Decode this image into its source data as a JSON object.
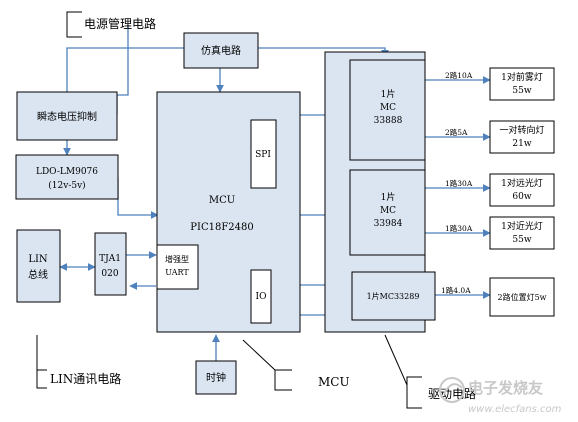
{
  "labels": {
    "power_circuit": "电源管理电路",
    "sim_circuit": "仿真电路",
    "transient": "瞬态电压抑制",
    "ldo_line1": "LDO-LM9076",
    "ldo_line2": "(12v-5v)",
    "lin_bus_line1": "LIN",
    "lin_bus_line2": "总线",
    "tja_line1": "TJA1",
    "tja_line2": "020",
    "uart_line1": "增强型",
    "uart_line2": "UART",
    "mcu_title": "MCU",
    "mcu_part": "PIC18F2480",
    "spi": "SPI",
    "io": "IO",
    "clock": "时钟",
    "mcu_caption": "MCU",
    "lin_comm": "LIN通讯电路",
    "drive_circuit": "驱动电路"
  },
  "drivers": [
    {
      "line1": "1片",
      "line2": "MC",
      "line3": "33888"
    },
    {
      "line1": "1片",
      "line2": "MC",
      "line3": "33984"
    },
    {
      "line1": "1片MC33289"
    }
  ],
  "channels": [
    "2路10A",
    "2路5A",
    "1路30A",
    "1路30A",
    "1路4.0A"
  ],
  "loads": [
    {
      "line1": "1对前雾灯",
      "line2": "55w"
    },
    {
      "line1": "一对转向灯",
      "line2": "21w"
    },
    {
      "line1": "1对远光灯",
      "line2": "60w"
    },
    {
      "line1": "1对近光灯",
      "line2": "55w"
    },
    {
      "line1": "2路位置灯5w"
    }
  ],
  "watermark": {
    "title": "电子发烧友",
    "url": "www.elecfans.com"
  },
  "colors": {
    "block_fill": "#dbe5f1",
    "wire": "#4f81bd"
  }
}
